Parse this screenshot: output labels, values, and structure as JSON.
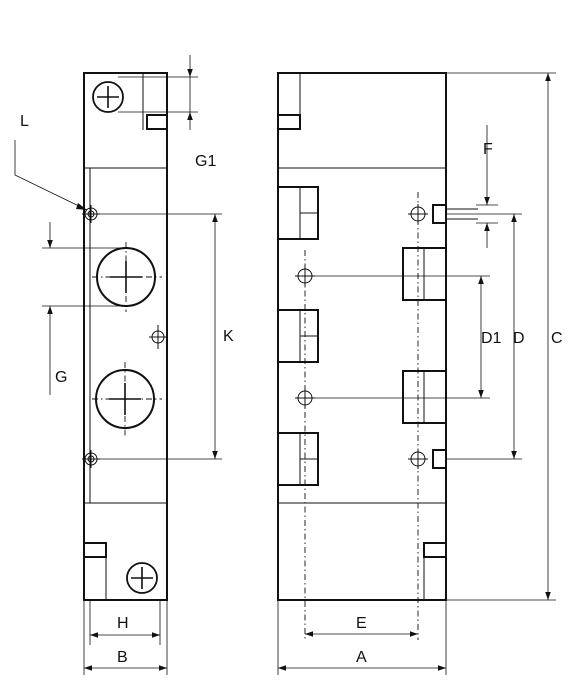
{
  "labels": {
    "A": "A",
    "B": "B",
    "C": "C",
    "D": "D",
    "D1": "D1",
    "E": "E",
    "F": "F",
    "G": "G",
    "G1": "G1",
    "H": "H",
    "K": "K",
    "L": "L"
  }
}
